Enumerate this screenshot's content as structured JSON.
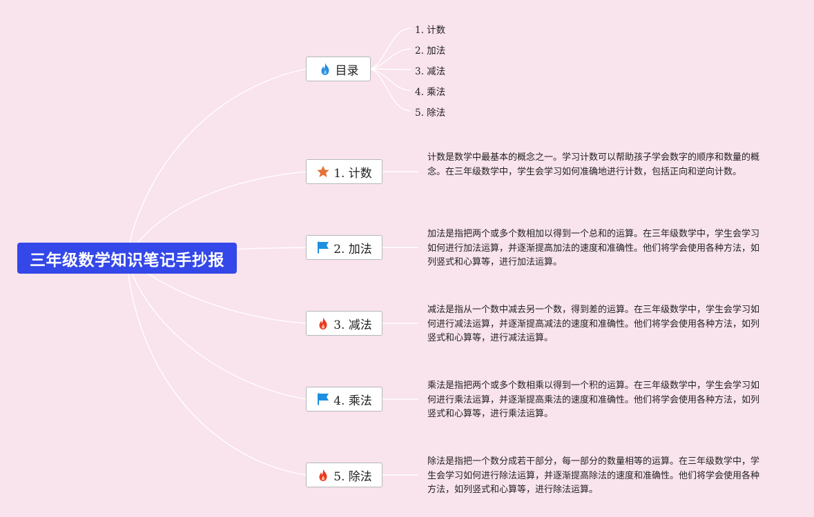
{
  "root": {
    "title": "三年级数学知识笔记手抄报"
  },
  "toc": {
    "label": "目录",
    "icon": "flame-blue-icon",
    "items": [
      "1. 计数",
      "2. 加法",
      "3. 减法",
      "4. 乘法",
      "5. 除法"
    ]
  },
  "topics": [
    {
      "label": "1. 计数",
      "icon": "star-icon",
      "description": "计数是数学中最基本的概念之一。学习计数可以帮助孩子学会数字的顺序和数量的概念。在三年级数学中，学生会学习如何准确地进行计数，包括正向和逆向计数。"
    },
    {
      "label": "2. 加法",
      "icon": "flag-icon",
      "description": "加法是指把两个或多个数相加以得到一个总和的运算。在三年级数学中，学生会学习如何进行加法运算，并逐渐提高加法的速度和准确性。他们将学会使用各种方法，如列竖式和心算等，进行加法运算。"
    },
    {
      "label": "3. 减法",
      "icon": "flame-red-icon",
      "description": "减法是指从一个数中减去另一个数，得到差的运算。在三年级数学中，学生会学习如何进行减法运算，并逐渐提高减法的速度和准确性。他们将学会使用各种方法，如列竖式和心算等，进行减法运算。"
    },
    {
      "label": "4. 乘法",
      "icon": "flag-icon",
      "description": "乘法是指把两个或多个数相乘以得到一个积的运算。在三年级数学中，学生会学习如何进行乘法运算，并逐渐提高乘法的速度和准确性。他们将学会使用各种方法，如列竖式和心算等，进行乘法运算。"
    },
    {
      "label": "5. 除法",
      "icon": "flame-red-icon",
      "description": "除法是指把一个数分成若干部分，每一部分的数量相等的运算。在三年级数学中，学生会学习如何进行除法运算，并逐渐提高除法的速度和准确性。他们将学会使用各种方法，如列竖式和心算等，进行除法运算。"
    }
  ],
  "colors": {
    "background": "#f9e3ec",
    "root_fill": "#3447e8",
    "connector": "#ffffff",
    "star": "#e2733a",
    "flag": "#1d8fe0",
    "flame_red": "#ea3a1f",
    "flame_blue": "#2a8ee0"
  }
}
